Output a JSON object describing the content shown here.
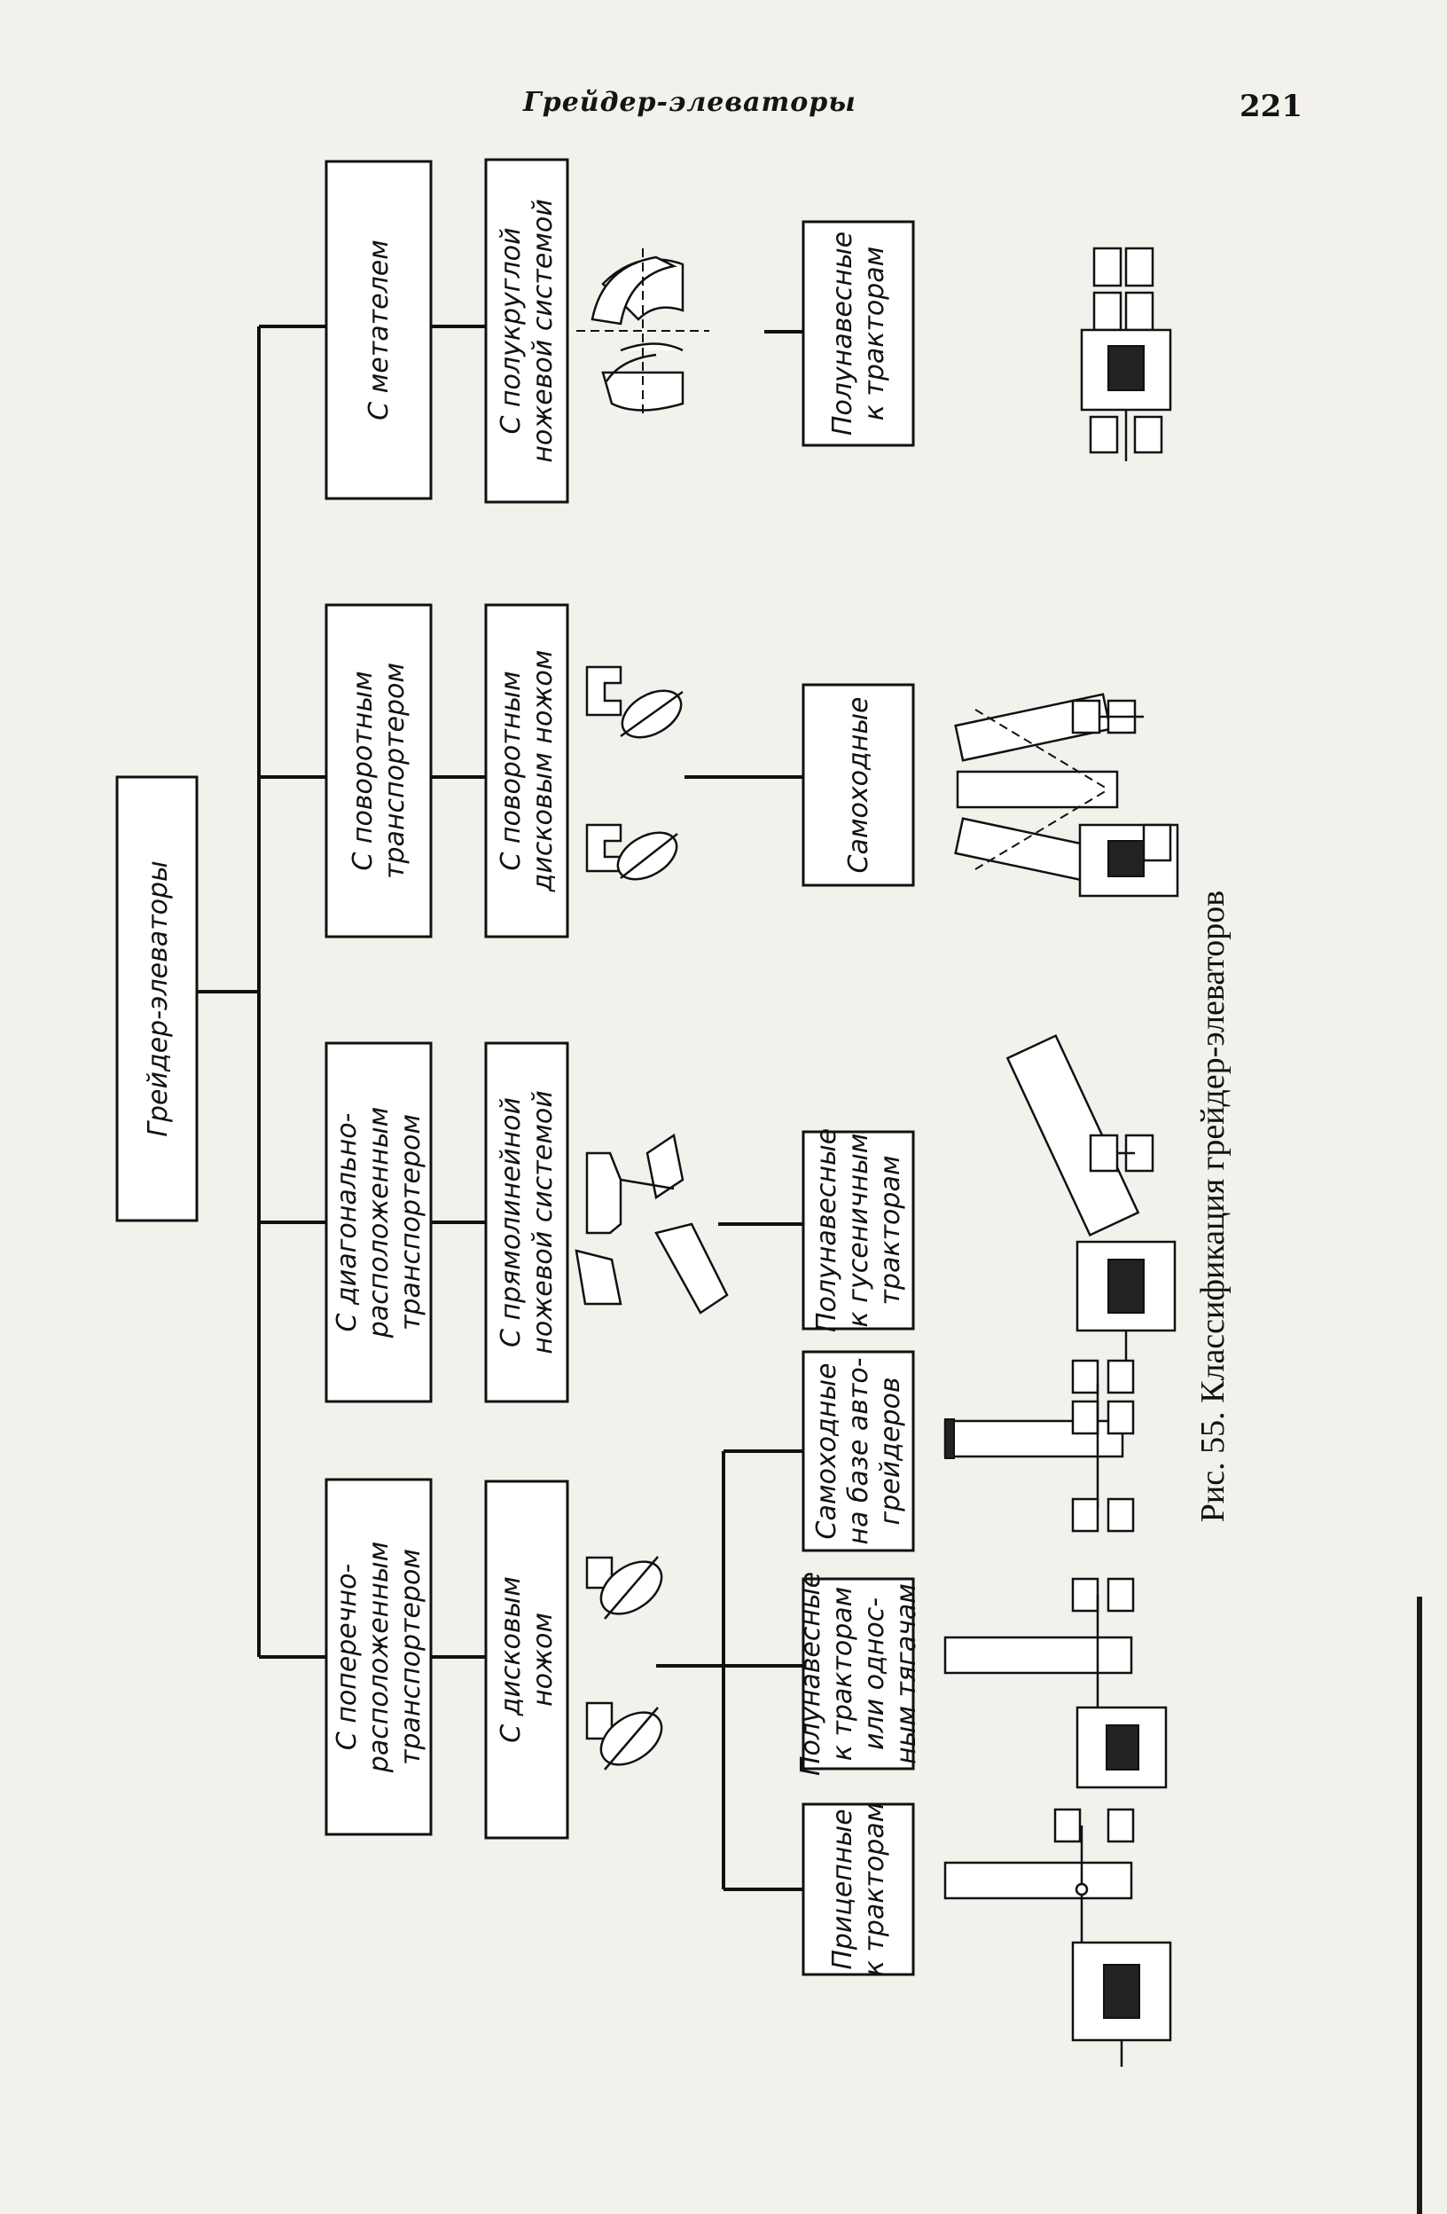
{
  "page": {
    "running_head": "Грейдер-элеваторы",
    "page_number": "221"
  },
  "root": {
    "label": "Грейдер-элеваторы"
  },
  "level1": [
    {
      "label": "С поперечно-|расположенным|транспортером"
    },
    {
      "label": "С диагонально-|расположенным|транспортером"
    },
    {
      "label": "С поворотным|транспортером"
    },
    {
      "label": "С метателем"
    }
  ],
  "level2": [
    {
      "label": "С дисковым|ножом"
    },
    {
      "label": "С прямолинейной|ножевой системой"
    },
    {
      "label": "С поворотным|дисковым ножом"
    },
    {
      "label": "С полукруглой|ножевой системой"
    }
  ],
  "level3": [
    {
      "label": "Прицепные|к тракторам"
    },
    {
      "label": "Полунавесные|к тракторам|или однос-|ным тягачам"
    },
    {
      "label": "Самоходные|на базе авто-|грейдеров"
    },
    {
      "label": "Полунавесные|к гусеничным|тракторам"
    },
    {
      "label": "Самоходные"
    },
    {
      "label": "Полунавесные|к тракторам"
    }
  ],
  "caption": "Рис. 55. Классификация грейдер-элеваторов",
  "icons": [
    "disc-knife-icon",
    "straight-blade-icon",
    "rotary-disc-knife-icon",
    "semicircular-blade-icon",
    "tractor-layout-icon"
  ]
}
